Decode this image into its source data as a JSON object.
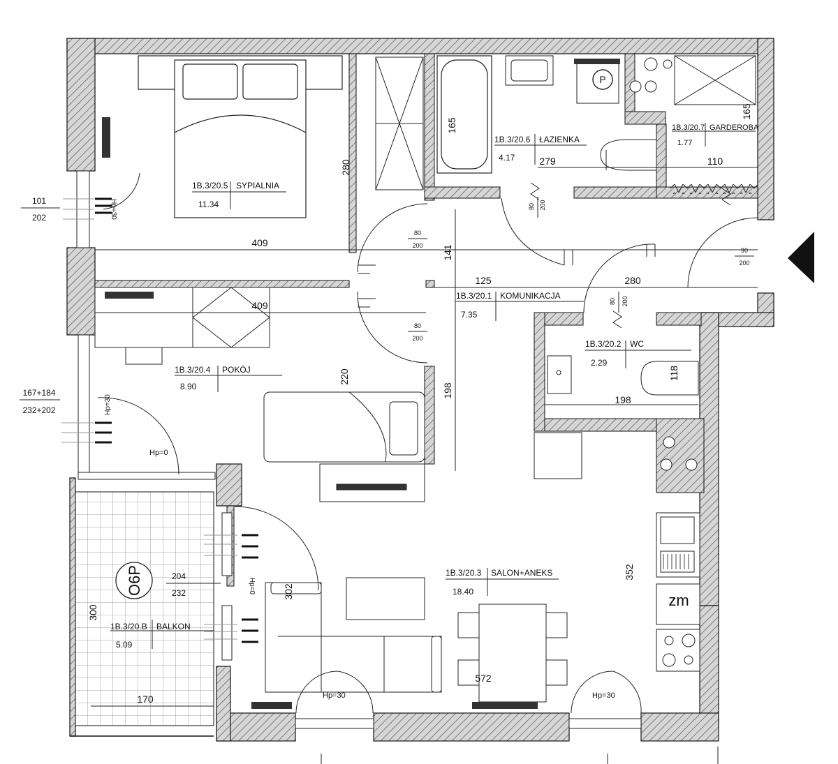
{
  "colors": {
    "wall": "#d6d6d6",
    "line": "#111111",
    "hatch": "#555555",
    "background": "#ffffff"
  },
  "rooms": [
    {
      "code": "1B.3/20.5",
      "name": "SYPIALNIA",
      "area": "11.34"
    },
    {
      "code": "1B.3/20.6",
      "name": "ŁAZIENKA",
      "area": "4.17"
    },
    {
      "code": "1B.3/20.7",
      "name": "GARDEROBA",
      "area": "1.77"
    },
    {
      "code": "1B.3/20.1",
      "name": "KOMUNIKACJA",
      "area": "7.35"
    },
    {
      "code": "1B.3/20.4",
      "name": "POKÓJ",
      "area": "8.90"
    },
    {
      "code": "1B.3/20.2",
      "name": "WC",
      "area": "2.29"
    },
    {
      "code": "1B.3/20.3",
      "name": "SALON+ANEKS",
      "area": "18.40"
    },
    {
      "code": "1B.3/20.B",
      "name": "BALKON",
      "area": "5.09"
    }
  ],
  "dimensions": {
    "d280_bed": "280",
    "d409_a": "409",
    "d409_b": "409",
    "d165_bath": "165",
    "d279": "279",
    "d110": "110",
    "d165_ward": "165",
    "d141": "141",
    "d125": "125",
    "d280_hall": "280",
    "d220": "220",
    "d198_v": "198",
    "d198_wc": "198",
    "d118": "118",
    "d352": "352",
    "d302": "302",
    "d300": "300",
    "d170": "170",
    "d572": "572"
  },
  "doors": {
    "d80_200_bath": [
      "80",
      "200"
    ],
    "d80_200_bed": [
      "80",
      "200"
    ],
    "d80_200_room": [
      "80",
      "200"
    ],
    "d80_200_wc": [
      "80",
      "200"
    ],
    "d90_200_entry": [
      "90",
      "200"
    ]
  },
  "windows": {
    "bed": [
      "101",
      "202"
    ],
    "room": [
      "167+184",
      "232+202"
    ],
    "balcony": [
      "204",
      "232"
    ]
  },
  "levels": {
    "hp30_bed": "Hp=30",
    "hp30_room": "Hp=30",
    "hp0_room": "Hp=0",
    "hp0_salon": "Hp=0",
    "hp30_south_a": "Hp=30",
    "hp30_south_b": "Hp=30"
  },
  "symbols": {
    "parking": "P",
    "balcony_tag": "O6P",
    "meter": "zm"
  }
}
